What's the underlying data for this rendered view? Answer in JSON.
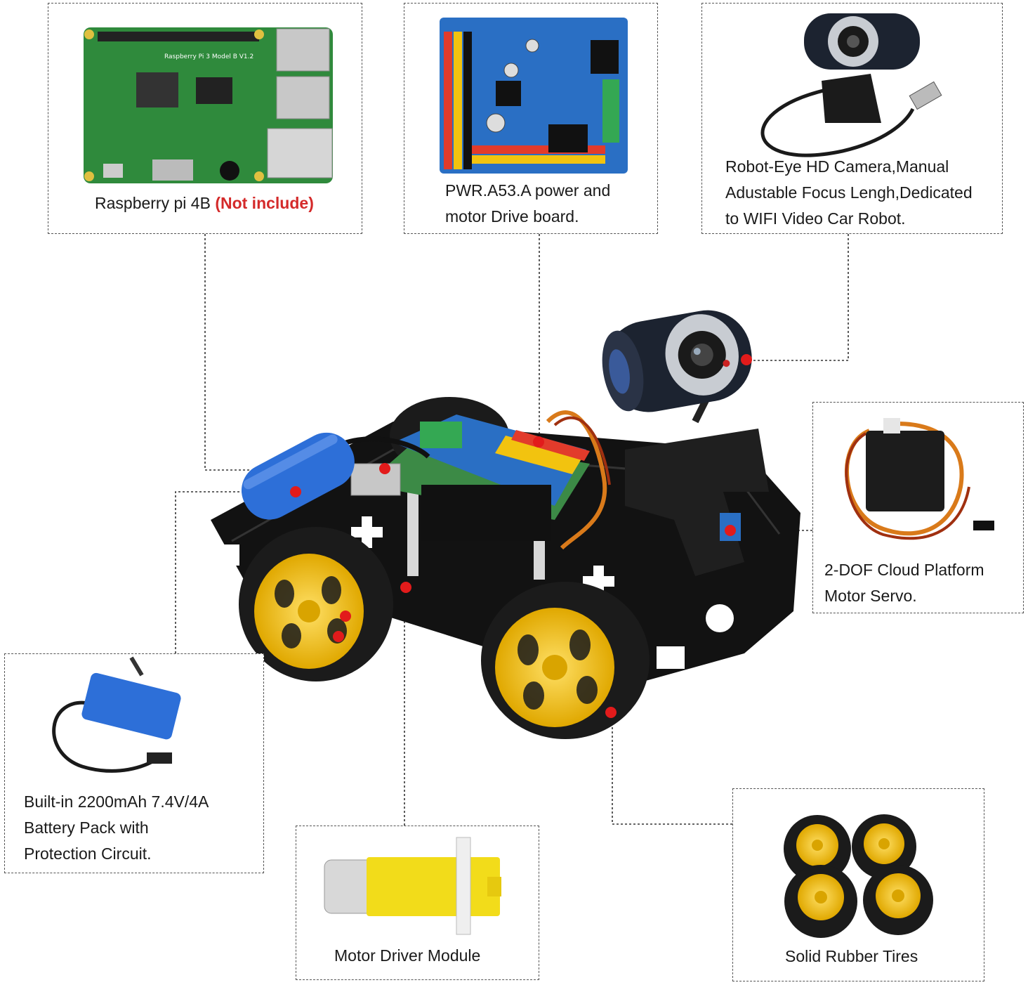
{
  "components": {
    "raspberry_pi": {
      "label": "Raspberry pi 4B",
      "note": "(Not include)",
      "board_text": "Raspberry Pi 3 Model B V1.2"
    },
    "driver_board": {
      "line1": "PWR.A53.A power and",
      "line2": "motor Drive board."
    },
    "camera": {
      "line1": "Robot-Eye HD Camera,Manual",
      "line2": "Adustable Focus Lengh,Dedicated",
      "line3": "to WIFI Video Car Robot."
    },
    "servo": {
      "line1": "2-DOF Cloud Platform",
      "line2": "Motor Servo."
    },
    "battery": {
      "line1": "Built-in 2200mAh 7.4V/4A",
      "line2": "Battery Pack with",
      "line3": "Protection Circuit."
    },
    "motor": {
      "label": "Motor Driver Module"
    },
    "tires": {
      "label": "Solid Rubber Tires"
    }
  },
  "colors": {
    "pcb_green": "#2f8a3c",
    "pcb_blue": "#2a6fc4",
    "wheel_yellow": "#f2c30f",
    "tire_black": "#1b1b1b",
    "battery_blue": "#2d6fd8",
    "marker_red": "#e21b1b",
    "note_red": "#d42a2a"
  }
}
